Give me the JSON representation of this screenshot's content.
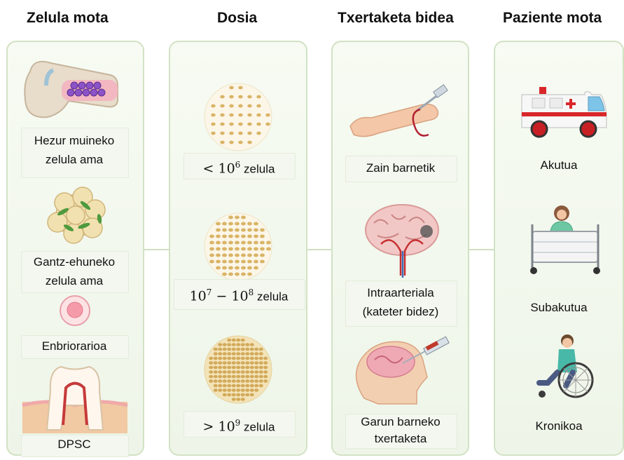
{
  "columns": [
    {
      "header": "Zelula mota",
      "items": [
        "Hezur muineko\nzelula ama",
        "Gantz-ehuneko\nzelula ama",
        "Enbriorarioa",
        "DPSC"
      ]
    },
    {
      "header": "Dosia",
      "items": [
        {
          "pre": "< 10",
          "sup": "6",
          "post": " zelula"
        },
        {
          "pre": "10",
          "sup": "7",
          "mid": " − 10",
          "sup2": "8",
          "post": " zelula"
        },
        {
          "pre": "> 10",
          "sup": "9",
          "post": " zelula"
        }
      ]
    },
    {
      "header": "Txertaketa bidea",
      "items": [
        "Zain barnetik",
        "Intraarteriala\n(kateter bidez)",
        "Garun barneko\ntxertaketa"
      ]
    },
    {
      "header": "Paziente mota",
      "items": [
        "Akutua",
        "Subakutua",
        "Kronikoa"
      ]
    }
  ],
  "colors": {
    "panel_border": "#d2e2c4",
    "panel_bg": "#eef5e8",
    "cell": "#d9b466",
    "ambulance_red": "#d8262b"
  }
}
